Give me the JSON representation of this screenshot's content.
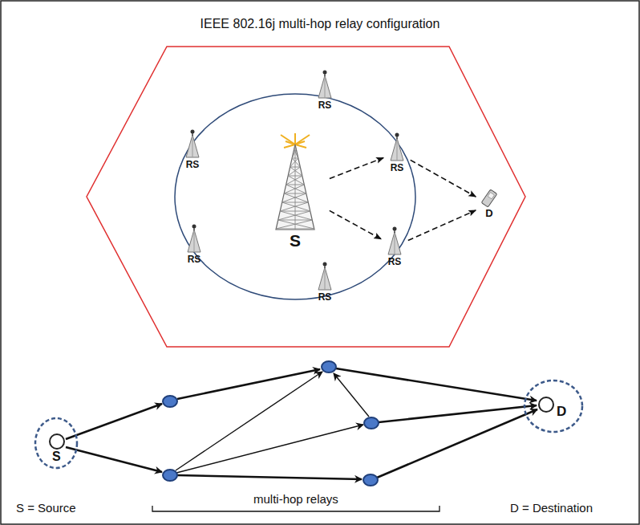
{
  "diagram": {
    "title": "IEEE 802.16j multi-hop relay configuration",
    "nodes": [
      {
        "text": [
          "RS"
        ]
      },
      {
        "text": [
          "RS"
        ]
      },
      {
        "text": [
          "RS"
        ]
      },
      {
        "text": [
          "S"
        ]
      },
      {
        "text": [
          "RS"
        ]
      },
      {
        "text": [
          "RS"
        ]
      },
      {
        "text": [
          "D"
        ]
      },
      {
        "text": [
          "RS"
        ]
      },
      {
        "text": [
          "S"
        ]
      },
      {
        "text": [
          "D"
        ]
      }
    ],
    "edges": [
      {
        "from": 3,
        "to": 2,
        "arrow": "to"
      },
      {
        "from": 3,
        "to": 5,
        "arrow": "to"
      },
      {
        "from": 2,
        "to": 6,
        "arrow": "to"
      },
      {
        "from": 5,
        "to": 6,
        "arrow": "to"
      }
    ],
    "labels": [
      "S = Source",
      "multi-hop relays",
      "D = Destination"
    ]
  }
}
